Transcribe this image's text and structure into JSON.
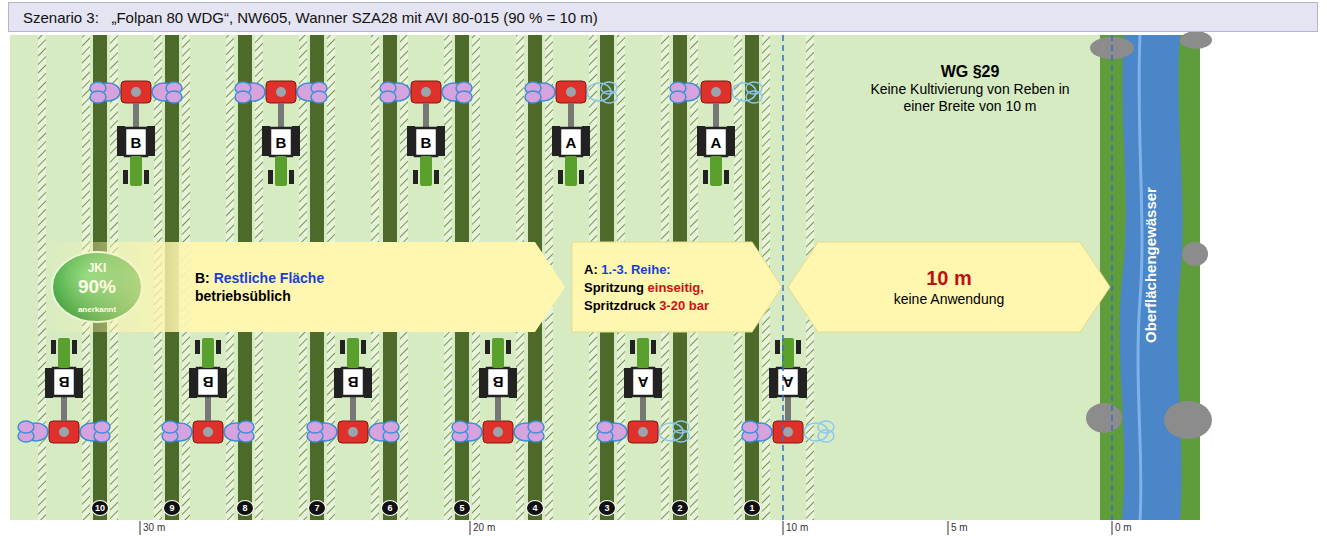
{
  "diagram": {
    "title": "Szenario 3:   „Folpan 80 WDG“, NW605, Wanner SZA28 mit AVI 80-015 (90 % = 10 m)",
    "nodes": [
      {
        "text": [
          "JKI",
          "90%",
          "anerkannt"
        ]
      },
      {
        "text": [
          "B:",
          "Restliche Fläche",
          "betriebsüblich"
        ]
      },
      {
        "text": [
          "A:",
          "1.-3. Reihe:",
          "Spritzung",
          "einseitig,",
          "Spritzdruck",
          "3-20 bar"
        ]
      },
      {
        "text": [
          "10 m",
          "keine Anwendung"
        ]
      },
      {
        "text": [
          "WG §29",
          "Keine Kultivierung von Reben in einer Breite von 10 m"
        ]
      },
      {
        "text": [
          "Oberflächengewässer"
        ]
      }
    ],
    "labels": [
      "B",
      "B",
      "B",
      "A",
      "A",
      "B",
      "B",
      "B",
      "B",
      "A",
      "A",
      "10",
      "9",
      "8",
      "7",
      "6",
      "5",
      "4",
      "3",
      "2",
      "1",
      "30 m",
      "20 m",
      "10 m",
      "5 m",
      "0 m"
    ]
  }
}
